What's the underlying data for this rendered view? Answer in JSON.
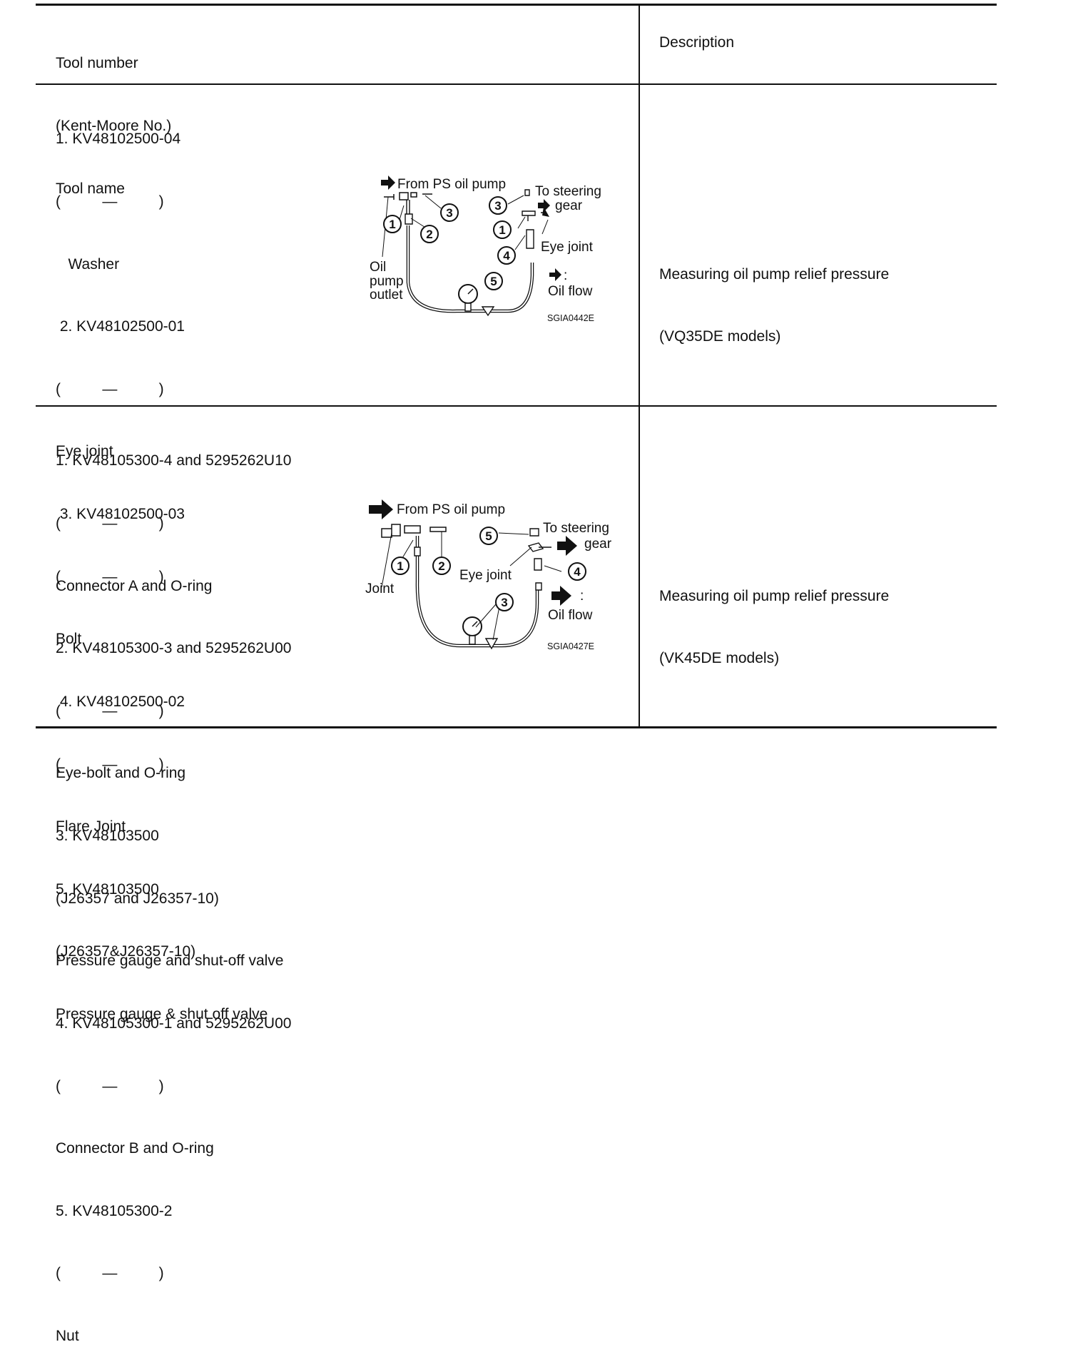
{
  "header": {
    "tool_lines": [
      "Tool number",
      "(Kent-Moore No.)",
      "Tool name"
    ],
    "description": "Description"
  },
  "rows": [
    {
      "tool_lines": [
        "1. KV48102500-04",
        "(          —          )",
        "   Washer",
        " 2. KV48102500-01",
        "(          —          )",
        "Eye joint",
        " 3. KV48102500-03",
        "(          —          )",
        "Bolt",
        " 4. KV48102500-02",
        "(          —          )",
        "Flare Joint",
        "5. KV48103500",
        "(J26357&J26357-10)",
        "Pressure gauge & shut off valve"
      ],
      "figure": {
        "from_label": "From PS oil pump",
        "to_label_1": "To steering",
        "to_label_2": "gear",
        "eye_joint_label": "Eye joint",
        "outlet_label_1": "Oil",
        "outlet_label_2": "pump",
        "outlet_label_3": "outlet",
        "flow_colon": ":",
        "flow_label": "Oil flow",
        "code": "SGIA0442E",
        "callouts": [
          "1",
          "2",
          "3",
          "3",
          "1",
          "4",
          "5"
        ]
      },
      "description_lines": [
        "Measuring oil pump relief pressure",
        "(VQ35DE models)"
      ]
    },
    {
      "tool_lines": [
        "1. KV48105300-4 and 5295262U10",
        "(          —          )",
        "Connector A and O-ring",
        "2. KV48105300-3 and 5295262U00",
        "(          —          )",
        "Eye-bolt and O-ring",
        "3. KV48103500",
        "(J26357 and J26357-10)",
        "Pressure gauge and shut-off valve",
        "4. KV48105300-1 and 5295262U00",
        "(          —          )",
        "Connector B and O-ring",
        "5. KV48105300-2",
        "(          —          )",
        "Nut"
      ],
      "figure": {
        "from_label": "From PS oil pump",
        "to_label_1": "To steering",
        "to_label_2": "gear",
        "eye_joint_label": "Eye joint",
        "joint_label": "Joint",
        "flow_colon": ":",
        "flow_label": "Oil flow",
        "code": "SGIA0427E",
        "callouts": [
          "1",
          "2",
          "5",
          "4",
          "3"
        ]
      },
      "description_lines": [
        "Measuring oil pump relief pressure",
        "(VK45DE models)"
      ]
    }
  ]
}
